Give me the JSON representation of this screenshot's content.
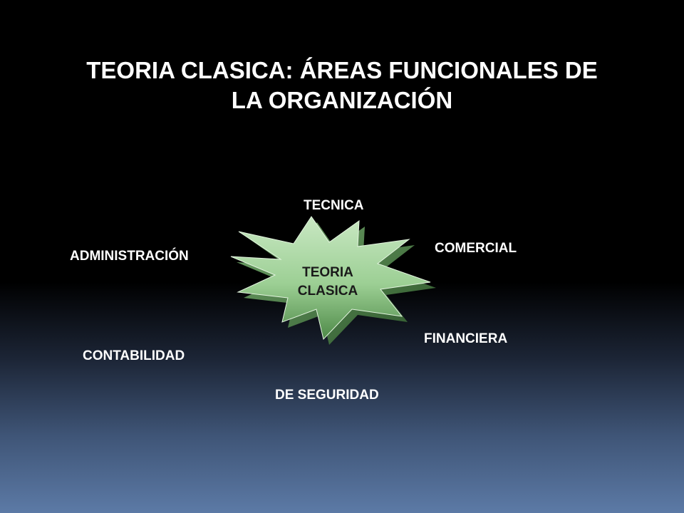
{
  "title": {
    "line1": "TEORIA CLASICA: ÁREAS FUNCIONALES DE",
    "line2": "LA ORGANIZACIÓN"
  },
  "center": {
    "line1": "TEORIA",
    "line2": "CLASICA"
  },
  "areas": {
    "tecnica": "TECNICA",
    "comercial": "COMERCIAL",
    "administracion": "ADMINISTRACIÓN",
    "financiera": "FINANCIERA",
    "contabilidad": "CONTABILIDAD",
    "seguridad": "DE SEGURIDAD"
  },
  "colors": {
    "burst_light": "#c9e8c3",
    "burst_mid": "#9ccf94",
    "burst_dark": "#4e8a48",
    "background_top": "#000000",
    "background_bottom": "#5c7aa6"
  }
}
